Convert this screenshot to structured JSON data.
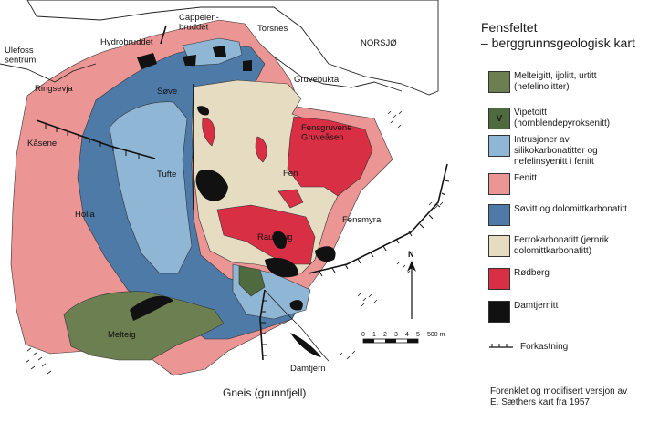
{
  "title": {
    "line1": "Fensfeltet",
    "line2": "– berggrunnsgeologisk kart"
  },
  "colors": {
    "melteigitt": "#6b7f51",
    "vipetoitt": "#4e6a3e",
    "intrusjoner": "#8fb6d4",
    "fenitt": "#eb9594",
    "sovitt": "#4e7aa8",
    "ferrokarbonatitt": "#e6dcc2",
    "rodberg": "#d92f45",
    "damtjernitt": "#111111",
    "water": "#ffffff"
  },
  "legend": [
    {
      "key": "melteigitt",
      "label": "Melteigitt, ijolitt, urtitt (nefelinolitter)",
      "symbol": ""
    },
    {
      "key": "vipetoitt",
      "label": "Vipetoitt (hornblendepyroksenitt)",
      "symbol": "V"
    },
    {
      "key": "intrusjoner",
      "label": "Intrusjoner av silikokarbonatitter og nefelinsyenitt i fenitt",
      "symbol": ""
    },
    {
      "key": "fenitt",
      "label": "Fenitt",
      "symbol": ""
    },
    {
      "key": "sovitt",
      "label": "Søvitt og dolomittkarbonatitt",
      "symbol": ""
    },
    {
      "key": "ferrokarbonatitt",
      "label": "Ferrokarbonatitt (jernrik dolomittkarbonatitt)",
      "symbol": ""
    },
    {
      "key": "rodberg",
      "label": "Rødberg",
      "symbol": ""
    },
    {
      "key": "damtjernitt",
      "label": "Damtjernitt",
      "symbol": ""
    }
  ],
  "fault_legend": "Forkastning",
  "places": {
    "ulefoss": "Ulefoss\nsentrum",
    "hydrobruddet": "Hydrobruddet",
    "cappelen": "Cappelen-\nbruddet",
    "torsnes": "Torsnes",
    "norsjo": "NORSJØ",
    "ringsevja": "Ringsevja",
    "sove": "Søve",
    "gruvebukta": "Gruvebukta",
    "kasene": "Kåsene",
    "fensgruvene": "Fensgruvene\nGruveåsen",
    "tufte": "Tufte",
    "fen": "Fen",
    "holla": "Holla",
    "fensmyra": "Fensmyra",
    "rauhaug": "Rauhaug",
    "melteig": "Melteig",
    "damtjern": "Damtjern",
    "gneis": "Gneis (grunnfjell)"
  },
  "north": "N",
  "scale": {
    "ticks": [
      "0",
      "1",
      "2",
      "3",
      "4",
      "5",
      "500 m"
    ]
  },
  "source": "Forenklet og modifisert versjon av\nE. Sæthers kart fra 1957."
}
